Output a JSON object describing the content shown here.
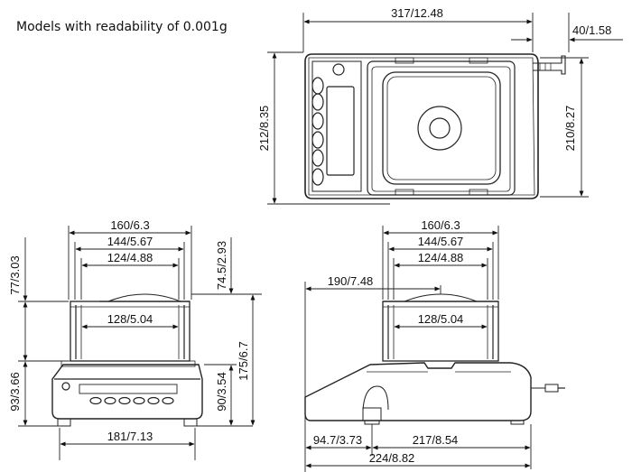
{
  "caption": "Models with readability of 0.001g",
  "top_view": {
    "width": "317/12.48",
    "connector": "40/1.58",
    "depth_left": "212/8.35",
    "depth_right": "210/8.27"
  },
  "front_view": {
    "w_outer": "160/6.3",
    "w_mid": "144/5.67",
    "w_inner": "124/4.88",
    "w_floor": "128/5.04",
    "base_width": "181/7.13",
    "h_top": "77/3.03",
    "h_bottom": "93/3.66",
    "h_shield_top": "74.5/2.93",
    "h_body": "90/3.54",
    "h_total": "175/6.7"
  },
  "side_view": {
    "w_outer": "160/6.3",
    "w_mid": "144/5.67",
    "w_inner": "124/4.88",
    "w_floor": "128/5.04",
    "pan_offset": "190/7.48",
    "front_offset": "94.7/3.73",
    "rear_depth": "217/8.54",
    "total_depth": "224/8.82"
  }
}
